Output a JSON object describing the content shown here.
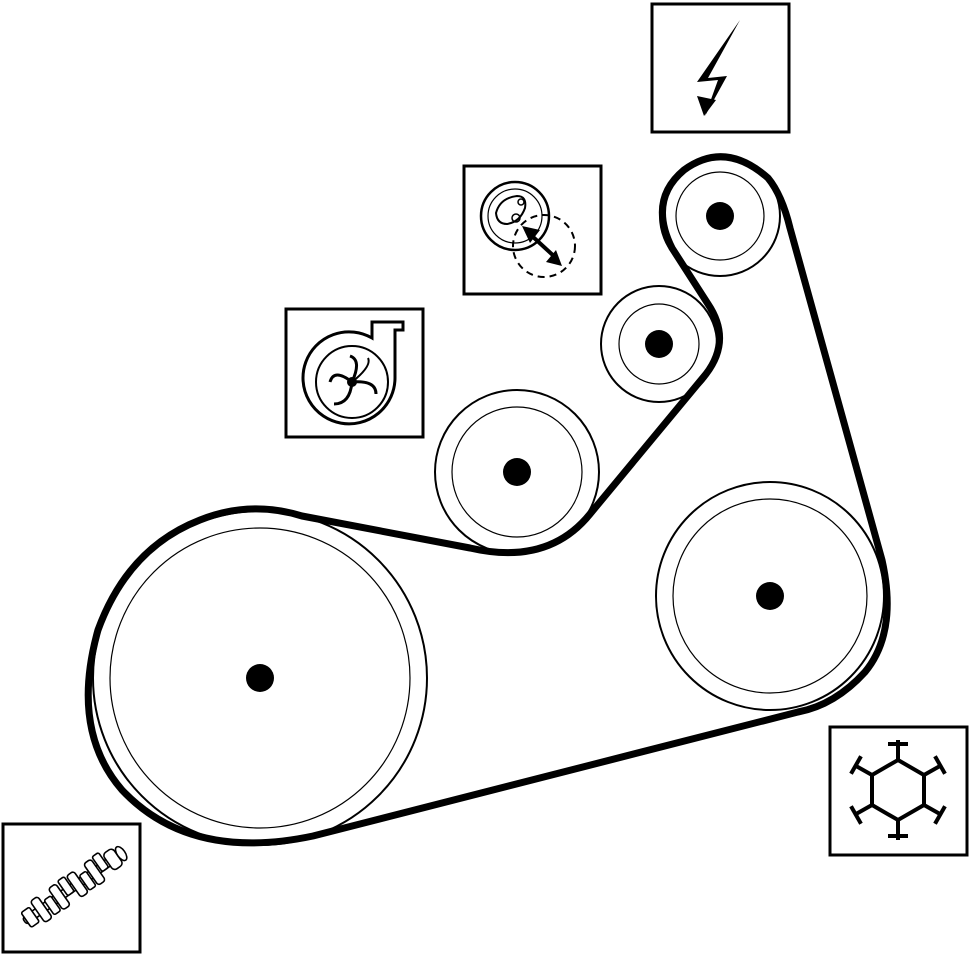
{
  "diagram": {
    "type": "serpentine-belt-routing",
    "components": [
      {
        "id": "crankshaft",
        "icon": "crankshaft-icon"
      },
      {
        "id": "water-pump",
        "icon": "water-pump-icon"
      },
      {
        "id": "tensioner",
        "icon": "tensioner-icon"
      },
      {
        "id": "alternator",
        "icon": "lightning-icon"
      },
      {
        "id": "idler",
        "icon": "none"
      },
      {
        "id": "ac-compressor",
        "icon": "snowflake-icon"
      }
    ],
    "belt": {
      "color": "#000000"
    },
    "pulley_stroke": "#000000",
    "background": "#ffffff"
  }
}
